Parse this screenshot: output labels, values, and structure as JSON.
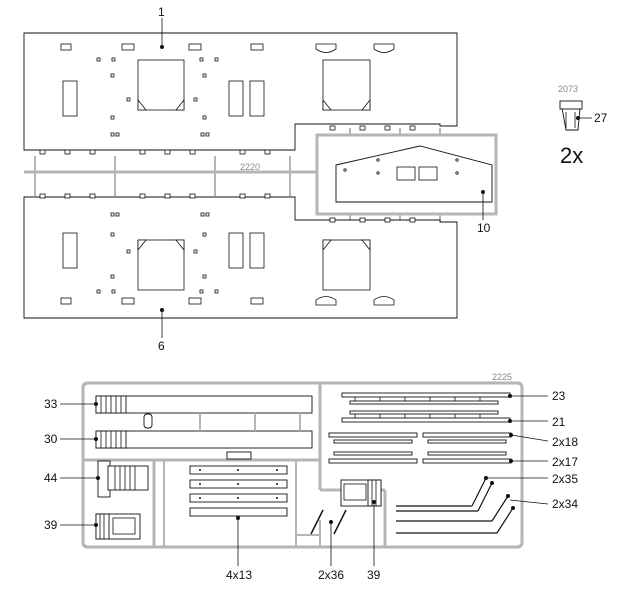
{
  "sprues": {
    "top": {
      "number": "2220"
    },
    "bottom": {
      "number": "2225"
    },
    "small": {
      "number": "2073",
      "multiplier": "2x"
    }
  },
  "callouts": {
    "c1": "1",
    "c6": "6",
    "c10": "10",
    "c27": "27",
    "c33": "33",
    "c30": "30",
    "c44": "44",
    "c39a": "39",
    "c23": "23",
    "c21": "21",
    "c2x18": "2x18",
    "c2x17": "2x17",
    "c2x35": "2x35",
    "c2x34": "2x34",
    "c4x13": "4x13",
    "c2x36": "2x36",
    "c39b": "39"
  }
}
